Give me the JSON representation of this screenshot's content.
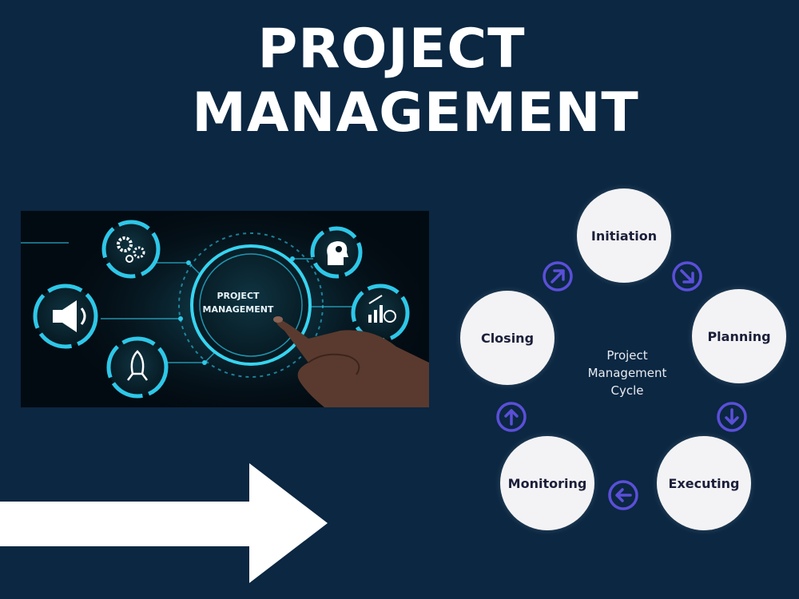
{
  "title": {
    "line1": "PROJECT",
    "line2": "MANAGEMENT"
  },
  "photo": {
    "center_label_line1": "PROJECT",
    "center_label_line2": "MANAGEMENT",
    "icons": [
      "gears-icon",
      "megaphone-icon",
      "rocket-icon",
      "head-idea-icon",
      "chart-dollar-icon"
    ]
  },
  "cycle": {
    "center_label_line1": "Project",
    "center_label_line2": "Management",
    "center_label_line3": "Cycle",
    "stages": [
      "Initiation",
      "Planning",
      "Executing",
      "Monitoring",
      "Closing"
    ],
    "arrow_color": "#5b4fd8"
  },
  "colors": {
    "background": "#0b2742",
    "node": "#f3f3f5",
    "text_dark": "#1b1f3a",
    "accent": "#2ec7e8"
  }
}
